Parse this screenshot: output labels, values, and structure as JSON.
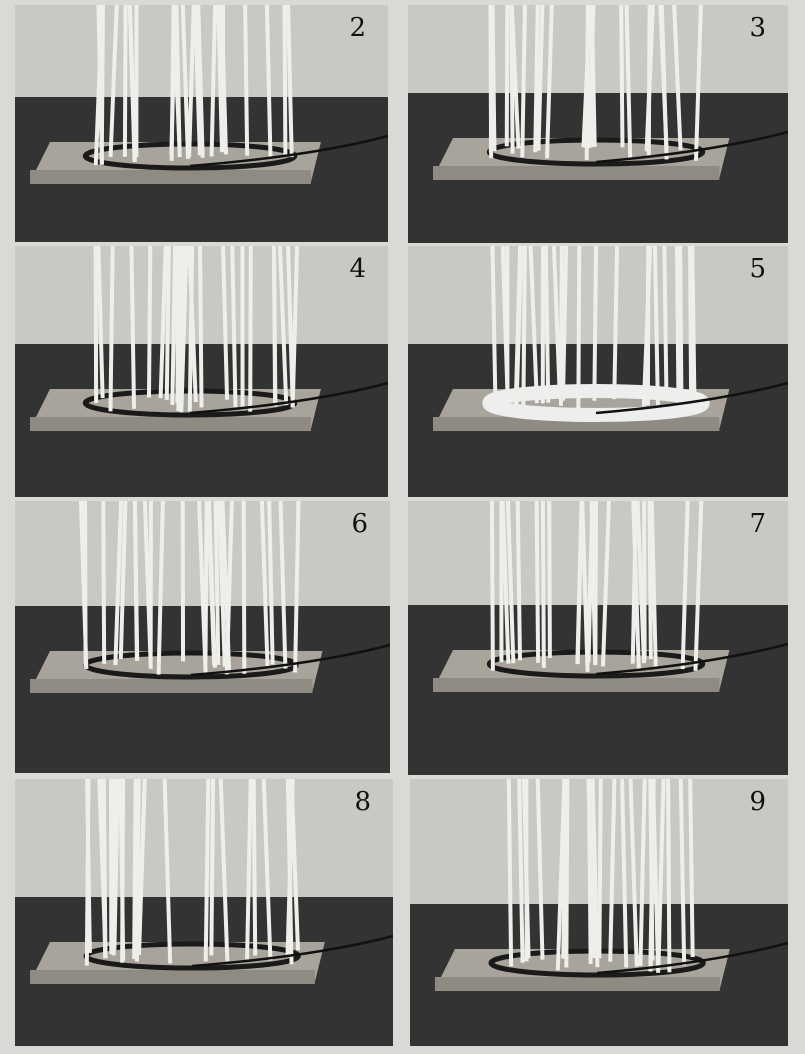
{
  "plate": {
    "panels": [
      {
        "number": "2"
      },
      {
        "number": "3"
      },
      {
        "number": "4"
      },
      {
        "number": "5"
      },
      {
        "number": "6"
      },
      {
        "number": "7"
      },
      {
        "number": "8"
      },
      {
        "number": "9"
      }
    ]
  }
}
